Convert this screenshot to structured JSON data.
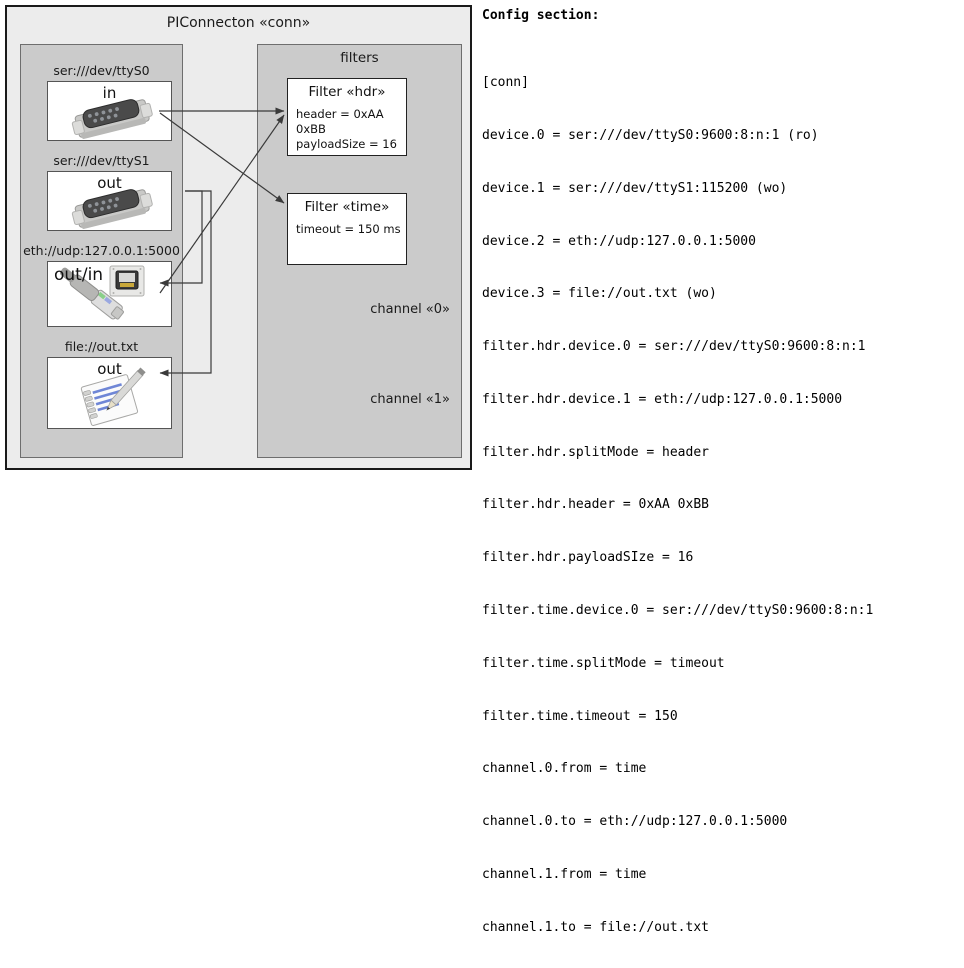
{
  "diagram": {
    "title": "PIConnecton «conn»",
    "panels": {
      "devices_title": "",
      "filters_title": "filters"
    },
    "devices": [
      {
        "caption": "ser:///dev/ttyS0",
        "label": "in",
        "icon": "serial-db9-icon"
      },
      {
        "caption": "ser:///dev/ttyS1",
        "label": "out",
        "icon": "serial-db9-icon"
      },
      {
        "caption": "eth://udp:127.0.0.1:5000",
        "label": "out/in",
        "icon": "ethernet-rj45-icon"
      },
      {
        "caption": "file://out.txt",
        "label": "out",
        "icon": "file-notepad-icon"
      }
    ],
    "filters": [
      {
        "title": "Filter «hdr»",
        "props": [
          "header = 0xAA 0xBB",
          "payloadSize = 16"
        ]
      },
      {
        "title": "Filter «time»",
        "props": [
          "timeout = 150 ms"
        ]
      }
    ],
    "channels": [
      {
        "label": "channel «0»"
      },
      {
        "label": "channel «1»"
      }
    ]
  },
  "config": {
    "heading": "Config section:",
    "lines": [
      "[conn]",
      "device.0 = ser:///dev/ttyS0:9600:8:n:1 (ro)",
      "device.1 = ser:///dev/ttyS1:115200 (wo)",
      "device.2 = eth://udp:127.0.0.1:5000",
      "device.3 = file://out.txt (wo)",
      "filter.hdr.device.0 = ser:///dev/ttyS0:9600:8:n:1",
      "filter.hdr.device.1 = eth://udp:127.0.0.1:5000",
      "filter.hdr.splitMode = header",
      "filter.hdr.header = 0xAA 0xBB",
      "filter.hdr.payloadSIze = 16",
      "filter.time.device.0 = ser:///dev/ttyS0:9600:8:n:1",
      "filter.time.splitMode = timeout",
      "filter.time.timeout = 150",
      "channel.0.from = time",
      "channel.0.to = eth://udp:127.0.0.1:5000",
      "channel.1.from = time",
      "channel.1.to = file://out.txt"
    ]
  },
  "colors": {
    "page_background": "#ffffff",
    "diagram_background": "#ececec",
    "panel_fill": "#cbcbcb",
    "box_fill": "#ffffff",
    "outer_border": "#1a1a1a",
    "line": "#3a3a3a"
  }
}
